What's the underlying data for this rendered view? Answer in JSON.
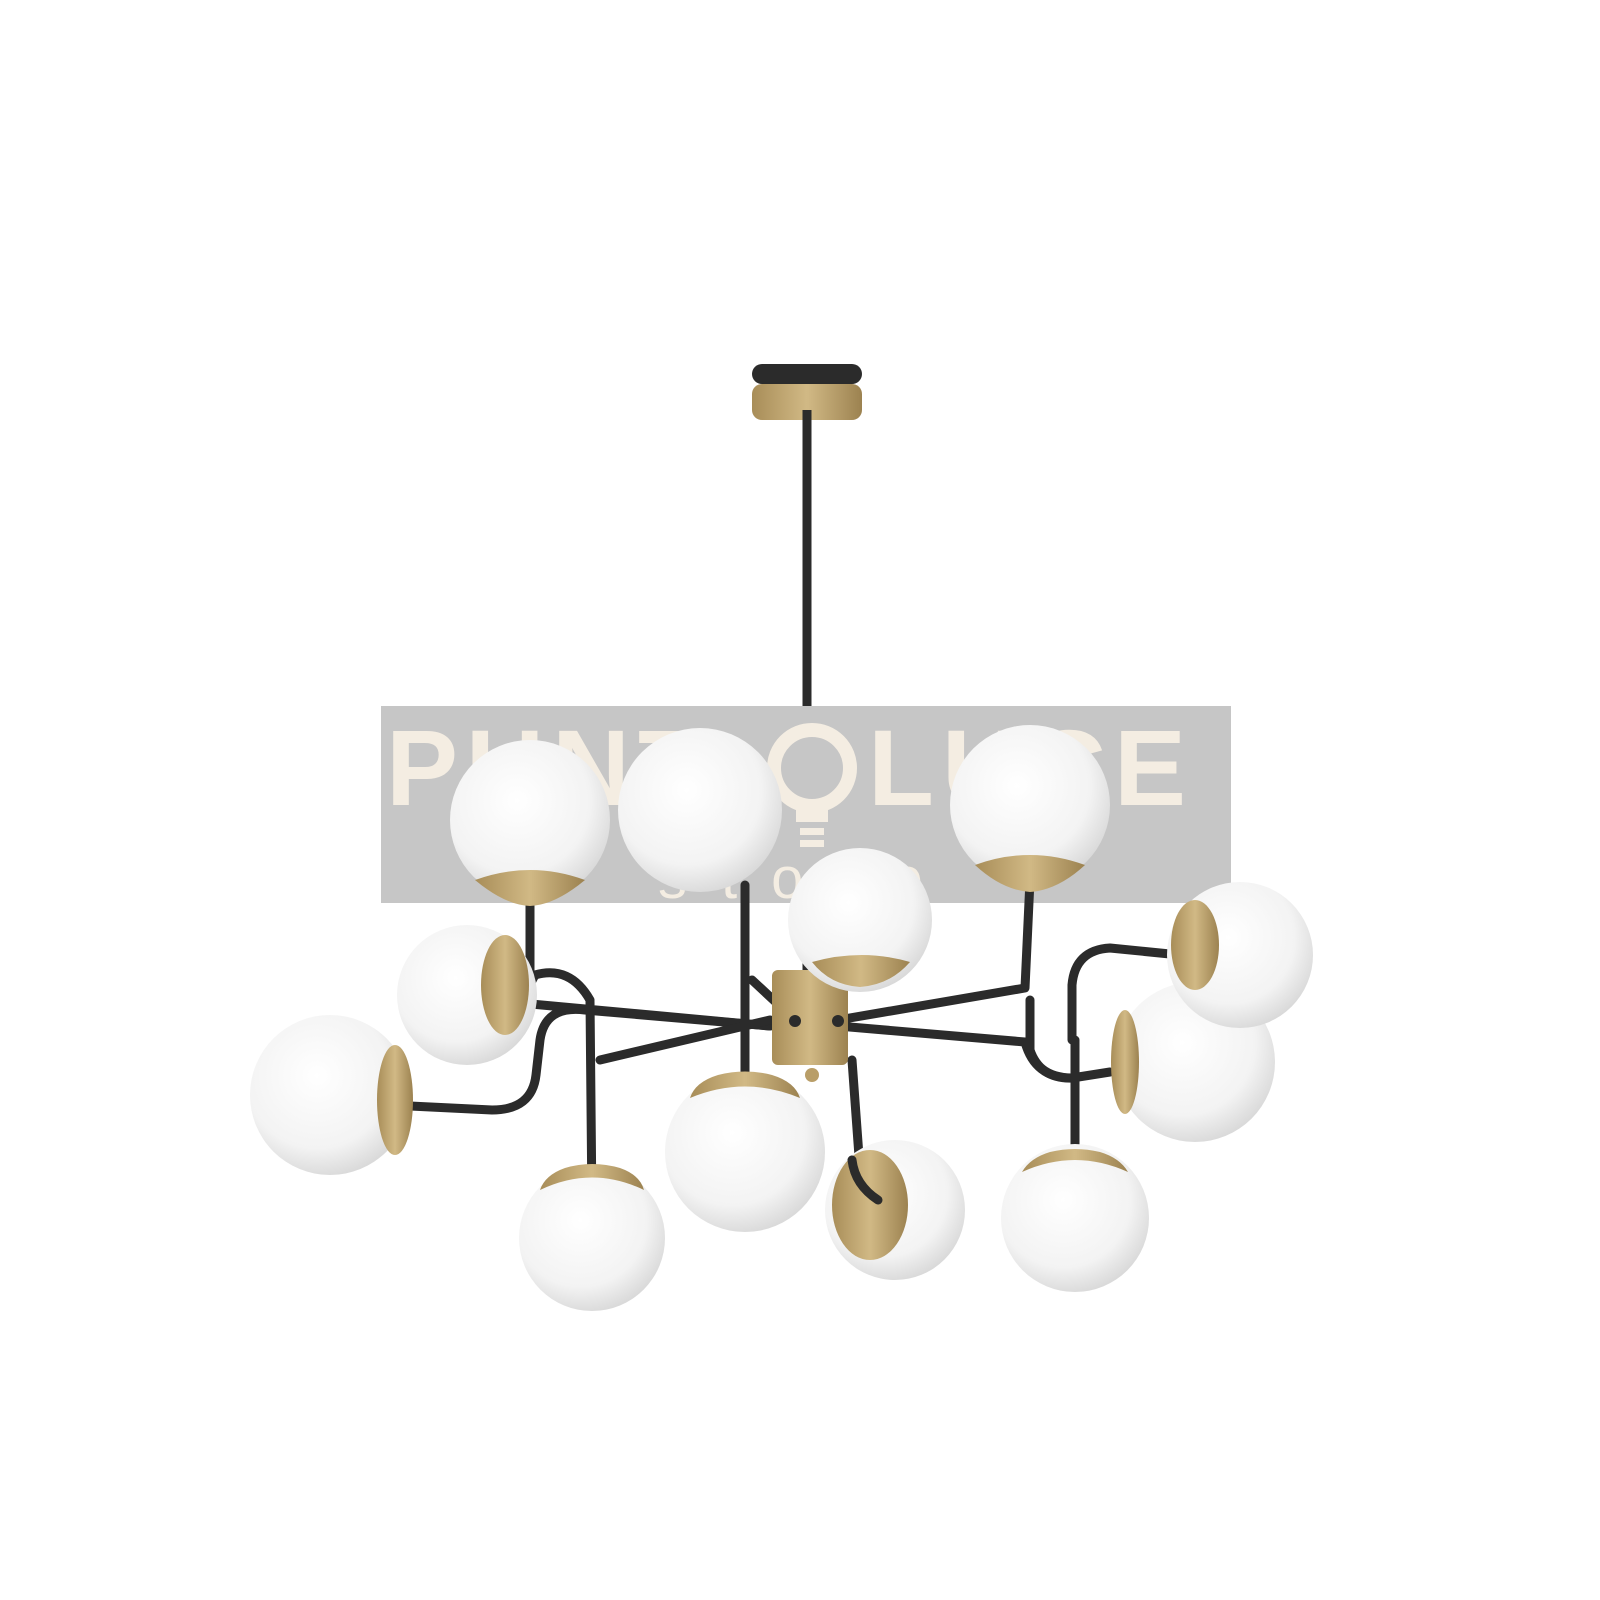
{
  "image": {
    "subject": "chandelier-product-photo",
    "background": "#ffffff"
  },
  "watermark": {
    "line1_left": "PUNT",
    "line1_right": "LUCE",
    "line2": "store",
    "panel_color": "#c6c6c6",
    "text_color": "#f4ede2"
  },
  "palette": {
    "rod": "#2b2b2b",
    "brass": "#c2a770",
    "brass_dark": "#9c8250",
    "glass": "#f4f4f4",
    "glass_shadow": "#d9d9d9"
  }
}
